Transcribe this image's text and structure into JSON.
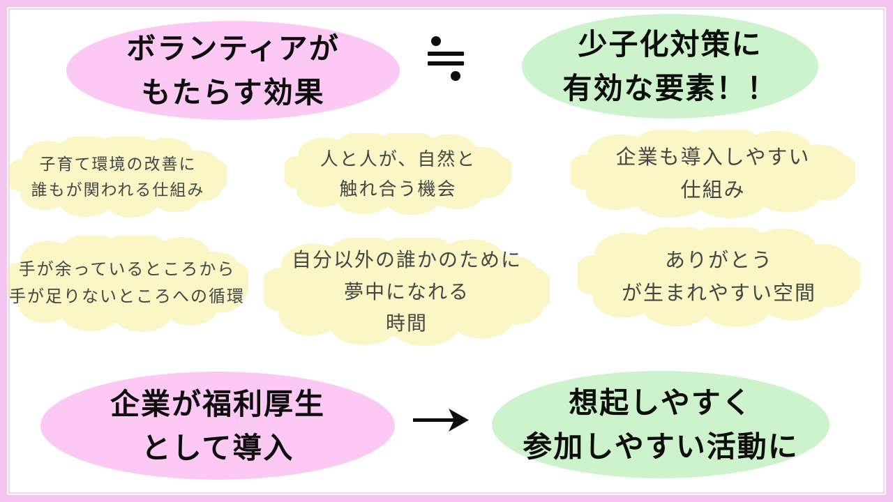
{
  "colors": {
    "frame_pink": "#f3c4f0",
    "frame_inner_line": "#f6d2f3",
    "pink_ellipse_fill": "#fbc9f3",
    "green_ellipse_fill": "#ccf3cb",
    "cloud_yellow_fill": "#faf6c6",
    "heading_text": "#0d0d0d",
    "cloud_text": "#454545"
  },
  "icons": {
    "approx_equal_symbol": "≒",
    "arrow_right_symbol": "→"
  },
  "top_section": {
    "volunteer_ellipse": {
      "line1": "ボランティアが",
      "line2": "もたらす効果"
    },
    "measure_ellipse": {
      "line1": "少子化対策に",
      "line2": "有効な要素！！"
    }
  },
  "clouds": [
    {
      "line1": "子育て環境の改善に",
      "line2": "誰もが関われる仕組み"
    },
    {
      "line1": "人と人が、自然と",
      "line2": "触れ合う機会"
    },
    {
      "line1": "企業も導入しやすい",
      "line2": "仕組み"
    },
    {
      "line1": "手が余っているところから",
      "line2": "手が足りないところへの循環"
    },
    {
      "line1": "自分以外の誰かのために",
      "line2": "夢中になれる",
      "line3": "時間"
    },
    {
      "line1": "ありがとう",
      "line2": "が生まれやすい空間"
    }
  ],
  "bottom_section": {
    "company_ellipse": {
      "line1": "企業が福利厚生",
      "line2": "として導入"
    },
    "result_ellipse": {
      "line1": "想起しやすく",
      "line2": "参加しやすい活動に"
    }
  }
}
